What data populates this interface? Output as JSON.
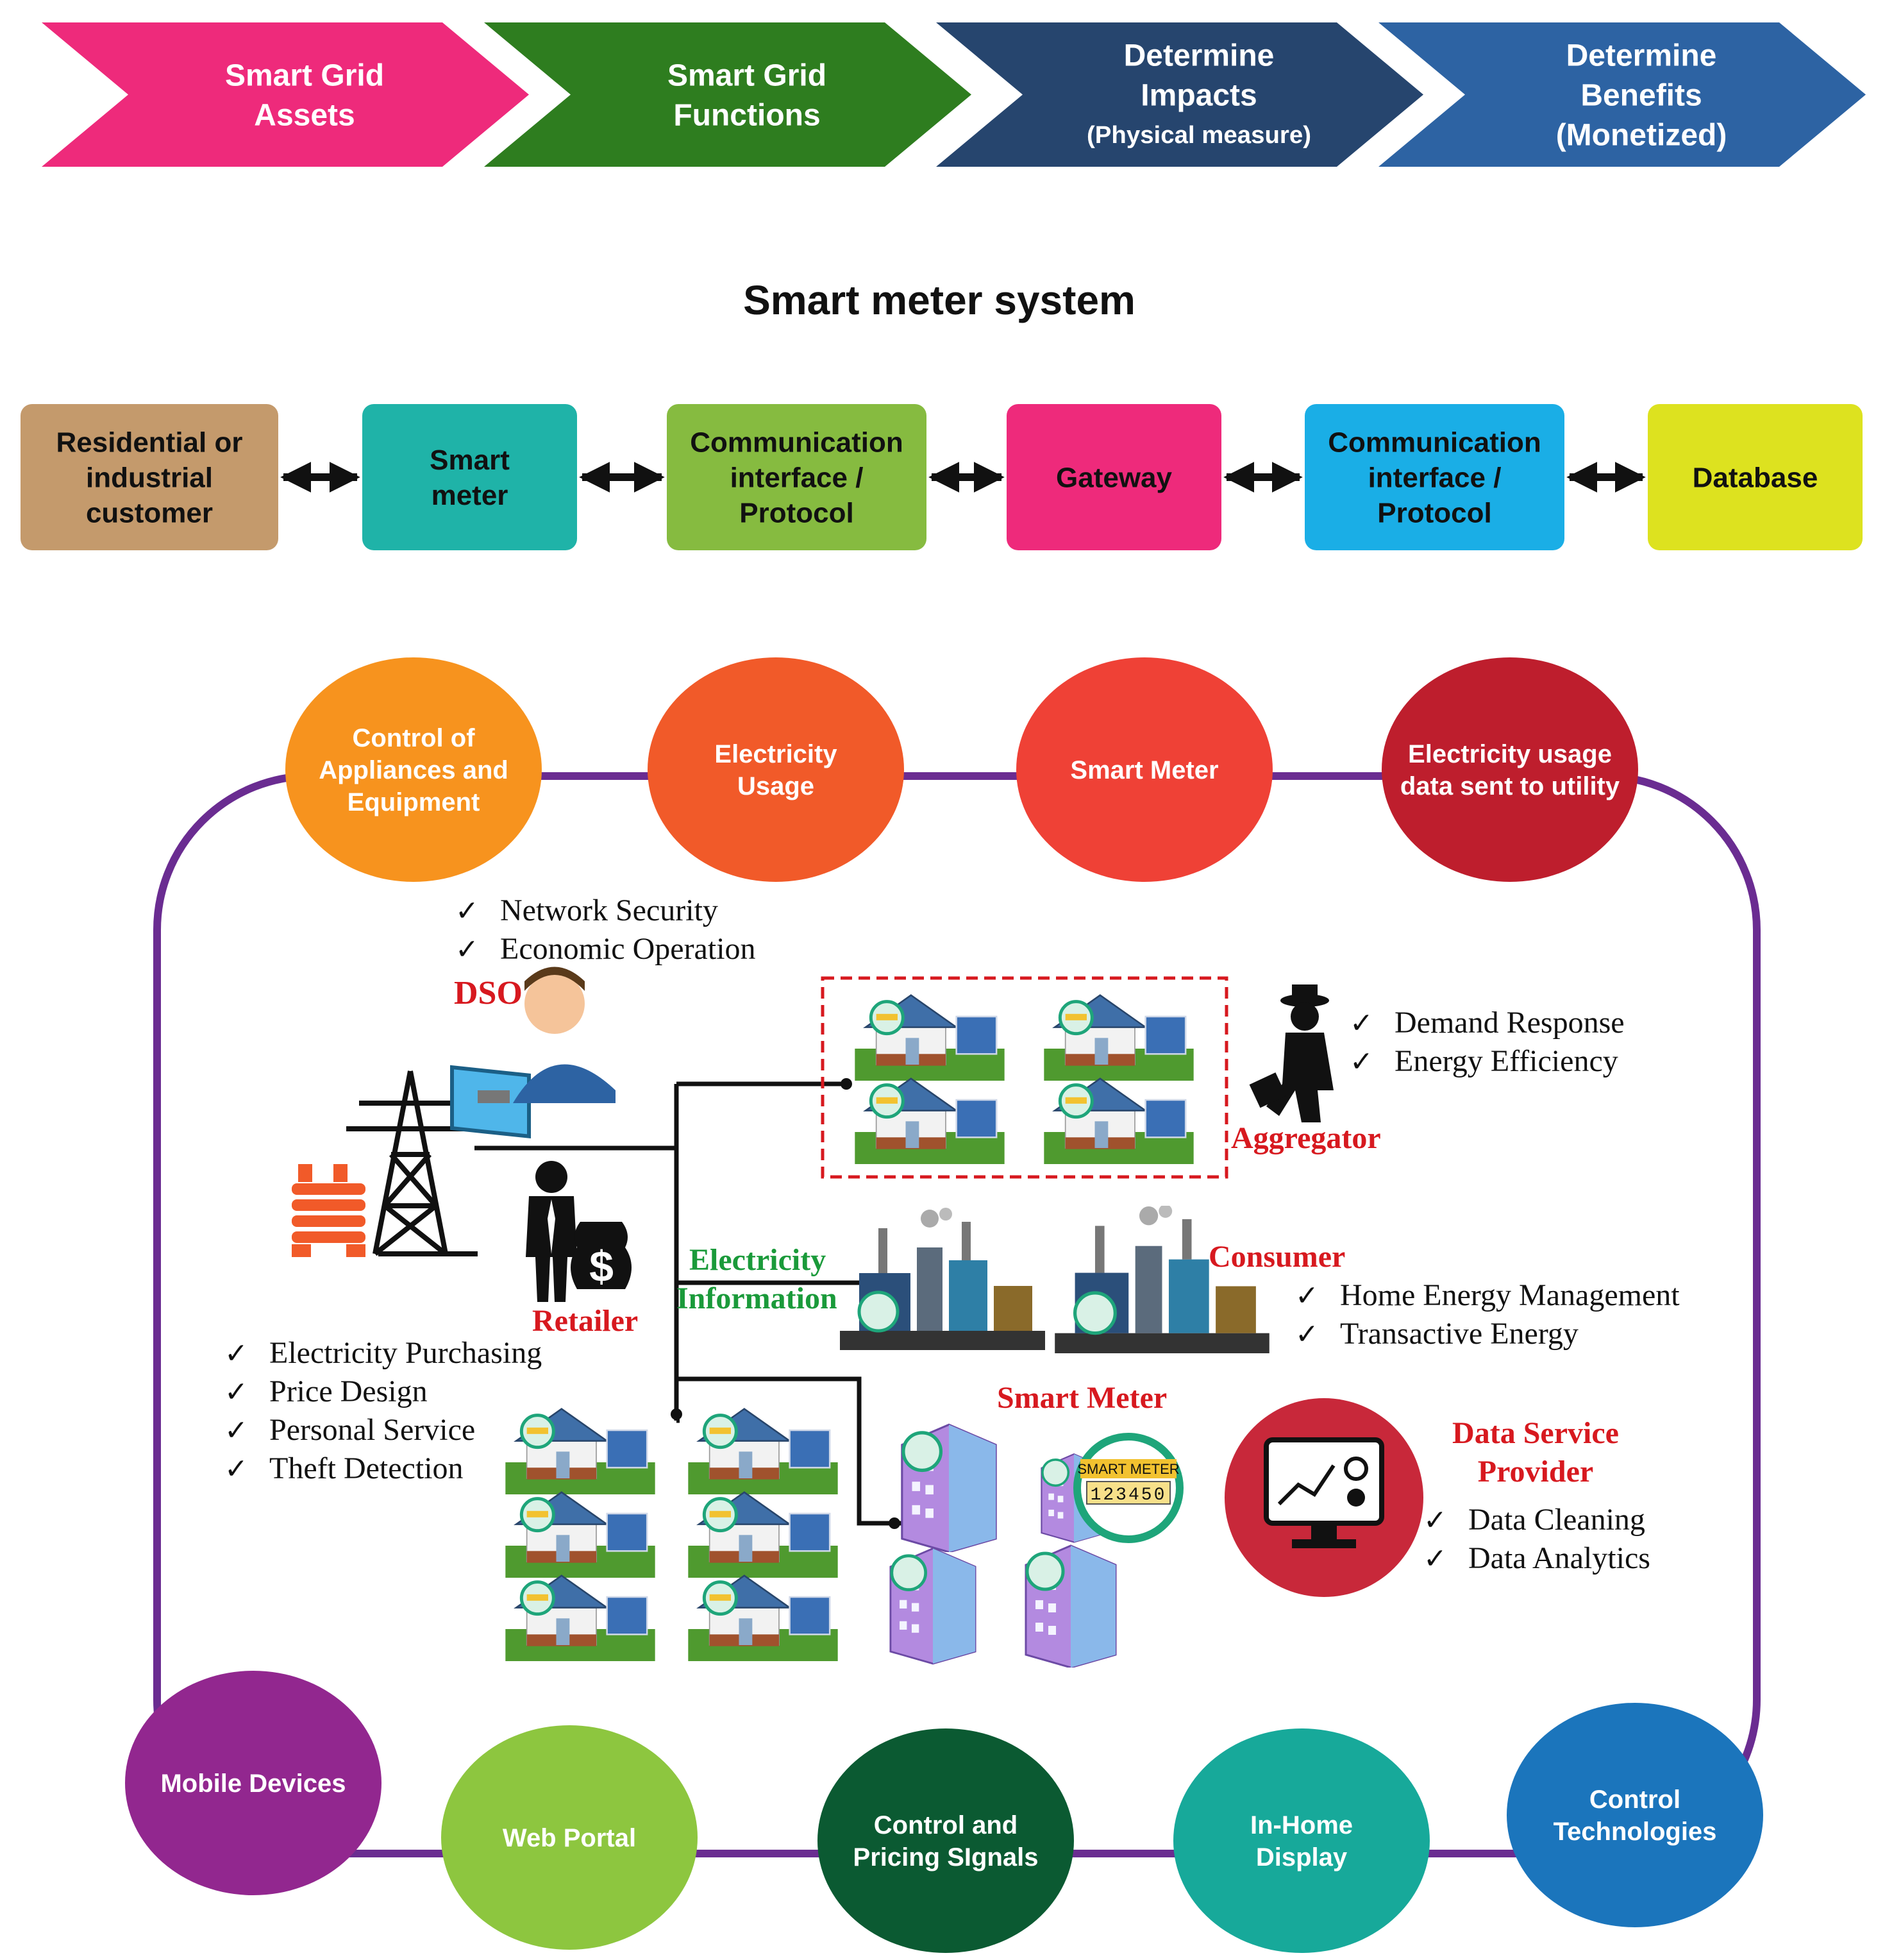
{
  "process_steps": [
    {
      "lines": [
        "Smart Grid",
        "Assets"
      ],
      "color": "#ee2a7b"
    },
    {
      "lines": [
        "Smart Grid",
        "Functions"
      ],
      "color": "#2e7d1f"
    },
    {
      "lines": [
        "Determine",
        "Impacts",
        "(Physical measure)"
      ],
      "color": "#26456e"
    },
    {
      "lines": [
        "Determine",
        "Benefits",
        "(Monetized)"
      ],
      "color": "#2d63a3"
    }
  ],
  "system_title": "Smart meter system",
  "system_boxes": [
    {
      "lines": [
        "Residential or",
        "industrial",
        "customer"
      ],
      "color": "#c49a6c"
    },
    {
      "lines": [
        "Smart",
        "meter"
      ],
      "color": "#1fb3a8"
    },
    {
      "lines": [
        "Communication",
        "interface /",
        "Protocol"
      ],
      "color": "#86bb40"
    },
    {
      "lines": [
        "Gateway"
      ],
      "color": "#ee2a7b"
    },
    {
      "lines": [
        "Communication",
        "interface /",
        "Protocol"
      ],
      "color": "#1aaee6"
    },
    {
      "lines": [
        "Database"
      ],
      "color": "#dde21f"
    }
  ],
  "top_circles": [
    {
      "lines": [
        "Control of",
        "Appliances and",
        "Equipment"
      ],
      "color": "#f7931e"
    },
    {
      "lines": [
        "Electricity",
        "Usage"
      ],
      "color": "#f15a29"
    },
    {
      "lines": [
        "Smart Meter"
      ],
      "color": "#ef4136"
    },
    {
      "lines": [
        "Electricity usage",
        "data sent to utility"
      ],
      "color": "#be1e2d"
    }
  ],
  "bottom_circles": [
    {
      "lines": [
        "Mobile Devices"
      ],
      "color": "#92278f"
    },
    {
      "lines": [
        "Web Portal"
      ],
      "color": "#8dc63f"
    },
    {
      "lines": [
        "Control and",
        "Pricing SIgnals"
      ],
      "color": "#0b5a32"
    },
    {
      "lines": [
        "In-Home",
        "Display"
      ],
      "color": "#17a99a"
    },
    {
      "lines": [
        "Control",
        "Technologies"
      ],
      "color": "#1b75bc"
    }
  ],
  "loop_color": "#6a2c91",
  "actors": {
    "dso": {
      "label": "DSO",
      "checks": [
        "Network Security",
        "Economic Operation"
      ]
    },
    "aggregator": {
      "label": "Aggregator",
      "checks": [
        "Demand Response",
        "Energy Efficiency"
      ]
    },
    "retailer": {
      "label": "Retailer",
      "checks": [
        "Electricity Purchasing",
        "Price Design",
        "Personal Service",
        "Theft Detection"
      ]
    },
    "consumer": {
      "label": "Consumer",
      "checks": [
        "Home Energy Management",
        "Transactive Energy"
      ]
    },
    "data_service": {
      "label": [
        "Data Service",
        "Provider"
      ],
      "checks": [
        "Data Cleaning",
        "Data Analytics"
      ]
    },
    "smart_meter_label": "Smart Meter",
    "electricity_information": [
      "Electricity",
      "Information"
    ]
  },
  "meter_readout": {
    "brand": "SMART METER",
    "digits": "123450"
  },
  "check_mark": "✓",
  "label_red": "#d7191f",
  "label_green": "#1a9a3a"
}
